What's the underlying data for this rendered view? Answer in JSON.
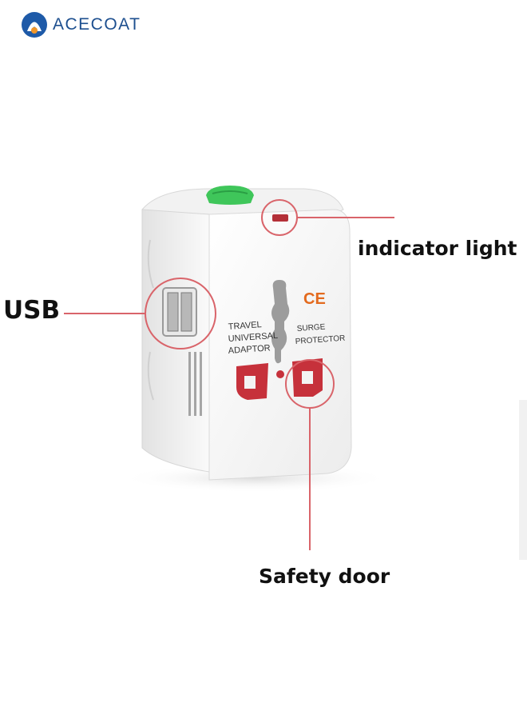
{
  "brand": {
    "name": "ACECOAT"
  },
  "product": {
    "top_button_color": "#3fc65a",
    "body_color": "#f7f7f7",
    "socket_color": "#c6313b",
    "front_text_left": [
      "TRAVEL",
      "UNIVERSAL",
      "ADAPTOR"
    ],
    "front_text_right": [
      "SURGE",
      "PROTECTOR"
    ],
    "ce_mark": "CE"
  },
  "callouts": {
    "usb": "USB",
    "indicator_light": "indicator light",
    "safety_door": "Safety door",
    "line_color": "#d9646a"
  }
}
